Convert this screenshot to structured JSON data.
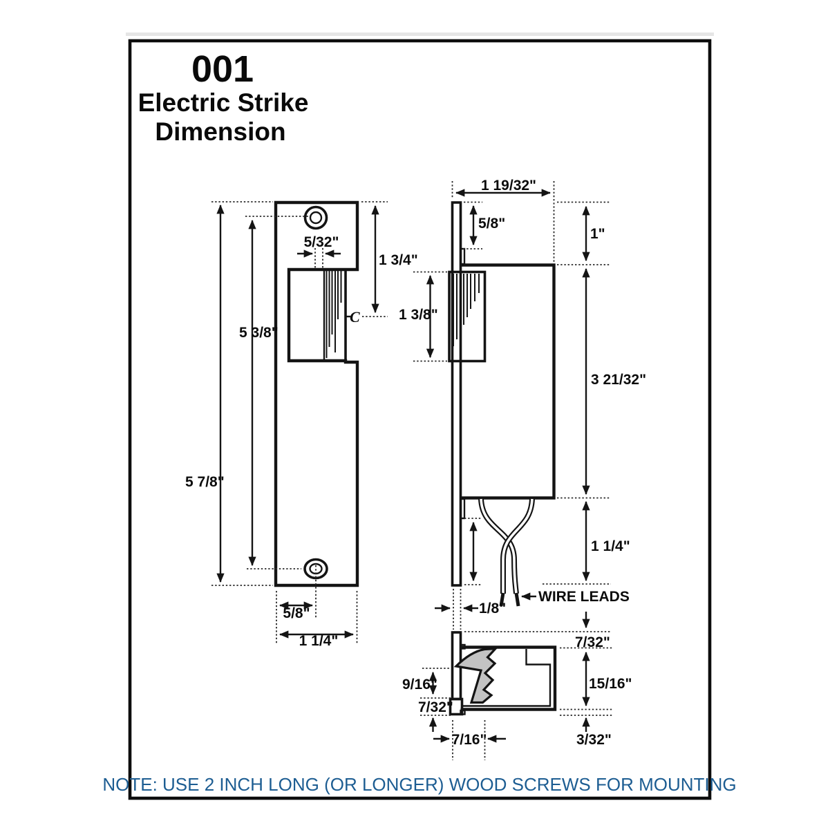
{
  "title": {
    "number": "001",
    "line1": "Electric Strike",
    "line2": "Dimension"
  },
  "note": "NOTE: USE 2 INCH LONG (OR LONGER) WOOD SCREWS FOR MOUNTING",
  "colors": {
    "note": "#1d5d92",
    "ink": "#141414",
    "keeper_fill": "#c3c3c3"
  },
  "front_view": {
    "overall_height": "5 7/8\"",
    "screw_spacing": "5 3/8\"",
    "strike_gap": "5/32\"",
    "top_to_center": "1 3/4\"",
    "centerline": "C",
    "screw_to_edge": "5/8\"",
    "overall_width": "1 1/4\""
  },
  "side_view": {
    "overall_depth": "1 19/32\"",
    "top_to_lip": "5/8\"",
    "top_to_body": "1\"",
    "keeper_height": "1 3/8\"",
    "body_height": "3 21/32\"",
    "below_body": "1 1/4\"",
    "plate_thickness": "1/8\"",
    "wire_leads_label": "WIRE LEADS",
    "plate_to_body_gap": "7/32\""
  },
  "section_view": {
    "pocket_depth": "9/16\"",
    "plate_lip": "7/32\"",
    "keeper_depth": "7/16\"",
    "body_depth": "15/16\"",
    "body_to_plate": "3/32\""
  }
}
